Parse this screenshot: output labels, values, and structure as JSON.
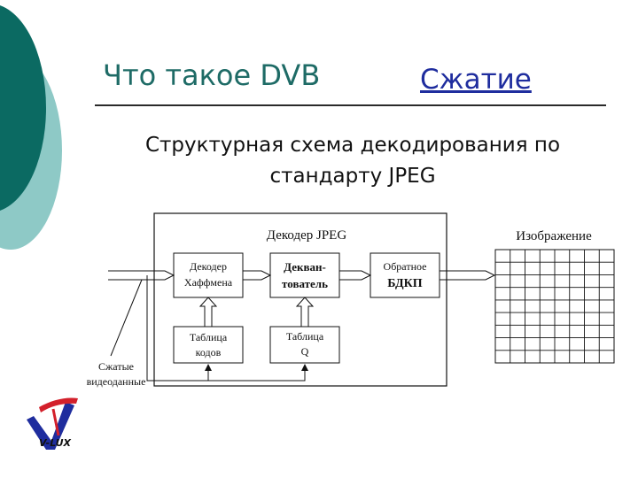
{
  "slide": {
    "title": "Что такое DVB",
    "title_link": "Сжатие",
    "subtitle_line1": "Структурная схема декодирования по",
    "subtitle_line2": "стандарту JPEG",
    "logo_text": "V-LUX"
  },
  "diagram": {
    "decoder_label": "Декодер JPEG",
    "image_label": "Изображение",
    "input_label_line1": "Сжатые",
    "input_label_line2": "видеоданные",
    "blocks": {
      "huffman_line1": "Декодер",
      "huffman_line2": "Хаффмена",
      "dequant_line1": "Декван-",
      "dequant_line2": "тователь",
      "idct_line1": "Обратное",
      "idct_line2": "БДКП",
      "codes_line1": "Таблица",
      "codes_line2": "кодов",
      "qtable_line1": "Таблица",
      "qtable_line2": "Q"
    },
    "image_grid": {
      "columns": 8,
      "rows": 9
    }
  },
  "colors": {
    "title": "#1e6b66",
    "link": "#1f2d9e",
    "deco_dark": "#0b6a62",
    "deco_light": "#8ec9c6"
  }
}
